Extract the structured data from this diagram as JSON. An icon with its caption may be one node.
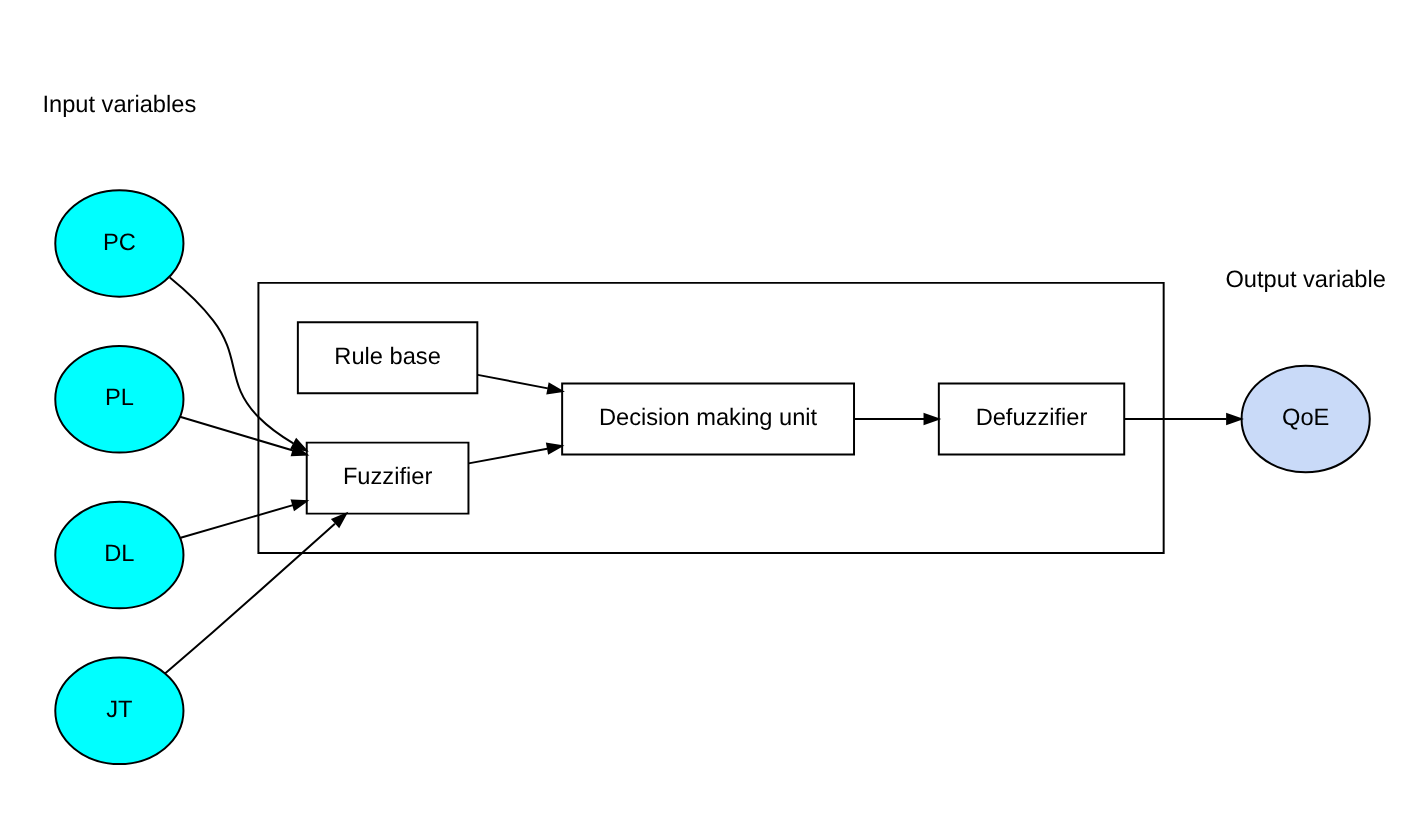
{
  "diagram": {
    "nodes": [
      {
        "text": [
          "PC"
        ]
      },
      {
        "text": [
          "PL"
        ]
      },
      {
        "text": [
          "DL"
        ]
      },
      {
        "text": [
          "JT"
        ]
      },
      {
        "text": [],
        "shape": "box"
      },
      {
        "text": [
          "Rule base"
        ],
        "in": 4
      },
      {
        "text": [
          "Fuzzifier"
        ],
        "in": 4
      },
      {
        "text": [
          "Defuzzifier"
        ],
        "in": 4
      },
      {
        "text": [
          "Decision making unit"
        ],
        "in": 4
      },
      {
        "text": [
          "QoE"
        ],
        "beside": [
          "Output variable"
        ]
      }
    ],
    "edges": [
      {
        "from": 0,
        "to": 6,
        "arrow": "to"
      },
      {
        "from": 1,
        "to": 6,
        "arrow": "to"
      },
      {
        "from": 2,
        "to": 6,
        "arrow": "to"
      },
      {
        "from": 3,
        "to": 6,
        "arrow": "to"
      },
      {
        "from": 6,
        "to": 8,
        "arrow": "to"
      },
      {
        "from": 5,
        "to": 8,
        "arrow": "to"
      },
      {
        "from": 8,
        "to": 7,
        "arrow": "to"
      },
      {
        "from": 7,
        "to": 9,
        "arrow": "to"
      }
    ],
    "labels": [
      "Input variables"
    ]
  }
}
